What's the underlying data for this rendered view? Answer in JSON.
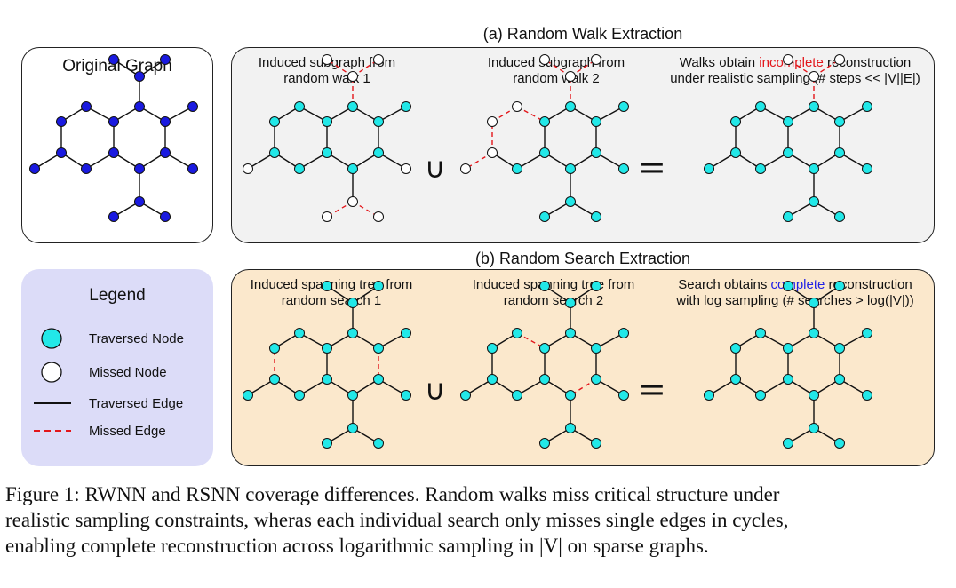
{
  "original": {
    "title": "Original Graph"
  },
  "section_a": {
    "title": "(a) Random Walk Extraction",
    "panel1": {
      "line1": "Induced subgraph from",
      "line2": "random walk 1"
    },
    "panel2": {
      "line1": "Induced subgraph from",
      "line2": "random walk 2"
    },
    "panel3": {
      "line1_pre": "Walks obtain ",
      "line1_hl": "incomplete",
      "line1_post": " reconstruction",
      "line2": "under realistic sampling (# steps << |V||E|)"
    }
  },
  "section_b": {
    "title": "(b) Random Search Extraction",
    "panel1": {
      "line1": "Induced spanning tree from",
      "line2": "random search 1"
    },
    "panel2": {
      "line1": "Induced spanning tree from",
      "line2": "random search 2"
    },
    "panel3": {
      "line1_pre": "Search obtains ",
      "line1_hl": "complete",
      "line1_post": " reconstruction",
      "line2": "with log sampling (# searches > log(|V|))"
    }
  },
  "operators": {
    "union": "∪",
    "equals": "="
  },
  "legend": {
    "title": "Legend",
    "traversed_node": "Traversed Node",
    "missed_node": "Missed Node",
    "traversed_edge": "Traversed Edge",
    "missed_edge": "Missed Edge"
  },
  "caption": {
    "line1": "Figure 1: RWNN and RSNN coverage differences. Random walks miss critical structure under",
    "line2": "realistic sampling constraints, wheras each individual search only misses single edges in cycles,",
    "line3": "enabling complete reconstruction across logarithmic sampling in |V| on sparse graphs."
  },
  "colors": {
    "original_node": "#1a1ae0",
    "traversed_node": "#22e8e8",
    "missed_node": "#ffffff",
    "missed_edge": "#e3161b",
    "walk_panel_bg": "#f2f2f2",
    "search_panel_bg": "#fbe8cc",
    "legend_bg": "#dcdcf8",
    "incomplete": "#e3161b",
    "complete": "#1f1fe6"
  },
  "graph_states": {
    "original": {
      "missed_nodes": [],
      "missed_edges": []
    },
    "walk1": {
      "missed_nodes": [
        "T1",
        "T2",
        "T3",
        "L1",
        "B1",
        "B2",
        "B3",
        "E1"
      ],
      "missed_edges": [
        "c4-T1",
        "T1-T2",
        "T1-T3",
        "c11-L1",
        "c6-B1",
        "B1-B2",
        "B1-B3",
        "c8-E1"
      ]
    },
    "walk2": {
      "missed_nodes": [
        "T1",
        "T2",
        "T3",
        "L1",
        "c1",
        "c2",
        "c10",
        "c11"
      ],
      "missed_edges": [
        "c4-T1",
        "T1-T2",
        "T1-T3",
        "c10-L1",
        "c2-c1",
        "c1-c10",
        "c10-c11",
        "c11-c2",
        "c3-c2",
        "c11-c5"
      ]
    },
    "union_walk": {
      "missed_nodes": [
        "T1",
        "T2",
        "T3"
      ],
      "missed_edges": [
        "c4-T1",
        "T1-T2",
        "T1-T3",
        "c11-L1"
      ]
    },
    "search1": {
      "missed_nodes": [],
      "missed_edges": [
        "c1-c10",
        "c5-c6"
      ]
    },
    "search2": {
      "missed_nodes": [],
      "missed_edges": [
        "c2-c3",
        "c6-c7"
      ]
    },
    "union_search": {
      "missed_nodes": [],
      "missed_edges": []
    }
  }
}
